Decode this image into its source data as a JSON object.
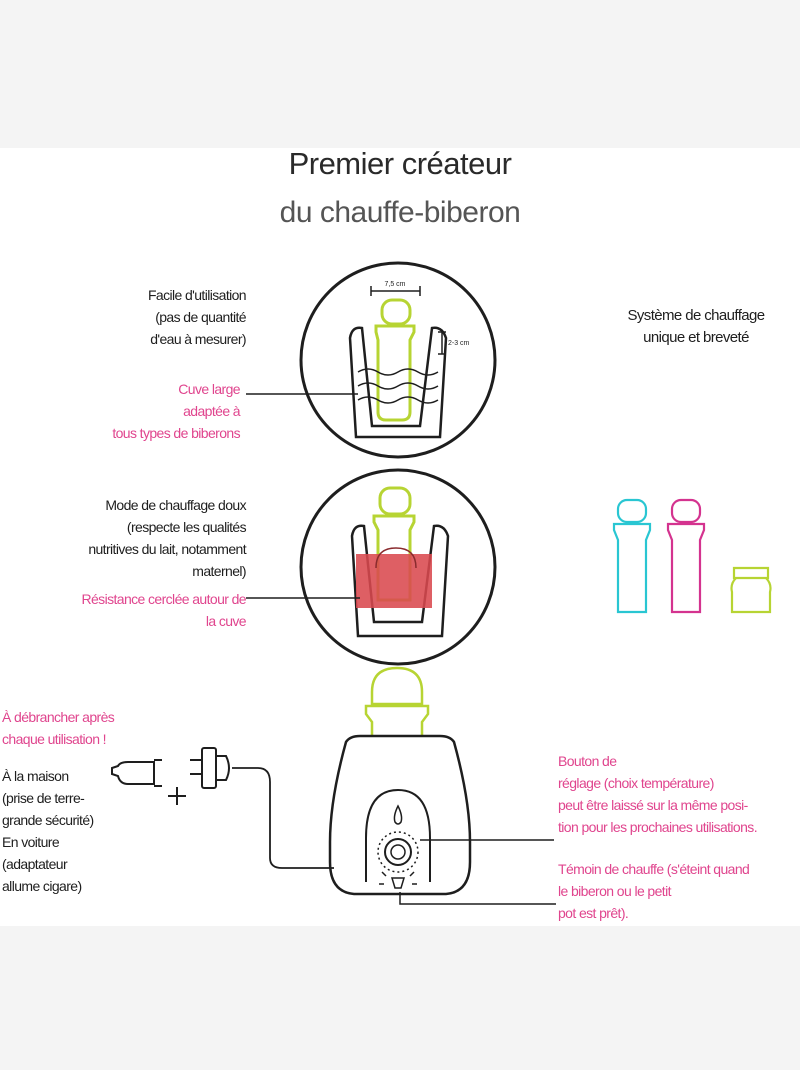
{
  "title": {
    "line1": "Premier créateur",
    "line2": "du chauffe-biberon"
  },
  "circle1": {
    "width_label": "7,5 cm",
    "height_label": "2-3 cm",
    "easy_use": [
      "Facile d'utilisation",
      "(pas de quantité",
      "d'eau à mesurer)"
    ],
    "tank": [
      "Cuve large",
      "adaptée à",
      "tous types de biberons"
    ]
  },
  "circle2": {
    "mode": [
      "Mode de chauffage doux",
      "(respecte les qualités",
      "nutritives du lait, notamment",
      "maternel)"
    ],
    "resistance": [
      "Résistance cerclée autour de",
      "la cuve"
    ]
  },
  "system": [
    "Système de chauffage",
    "unique et breveté"
  ],
  "unplug": [
    "À débrancher après",
    "chaque utilisation !"
  ],
  "power": [
    "À la maison",
    "(prise de terre-",
    "grande sécurité)",
    "En voiture",
    "(adaptateur",
    "allume cigare)"
  ],
  "button": [
    "Bouton de",
    "réglage (choix température)",
    "peut être laissé sur la même posi-",
    "tion pour les prochaines utilisations."
  ],
  "indicator": [
    "Témoin de chauffe (s'éteint quand",
    "le biberon ou le petit",
    "pot est prêt)."
  ],
  "colors": {
    "pink": "#e0458e",
    "lime": "#b7d433",
    "cyan": "#29c6d2",
    "magenta": "#d4338f",
    "resistance": "#d9494f"
  },
  "icons": [
    "car-adapter-icon",
    "wall-plug-icon",
    "plus-icon",
    "bottle-warmer-device",
    "temperature-dial-icon",
    "indicator-light-icon"
  ]
}
